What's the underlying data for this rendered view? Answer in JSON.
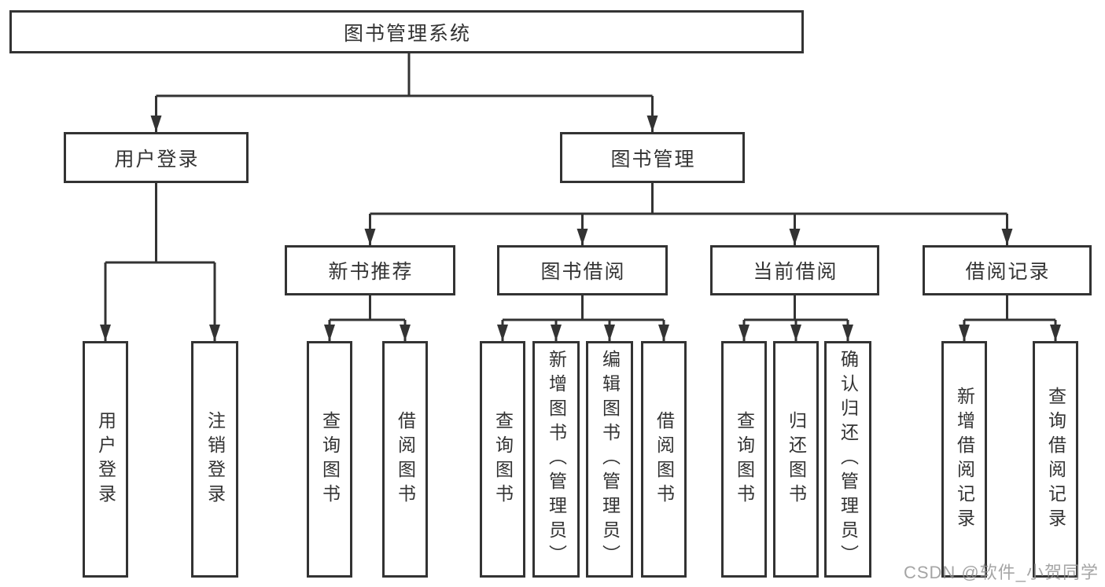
{
  "colors": {
    "line": "#333333",
    "box_border": "#333333",
    "text": "#333333",
    "background": "#ffffff",
    "watermark": "#919191"
  },
  "diagram": {
    "root": {
      "label": "图书管理系统"
    },
    "level2": [
      {
        "label": "用户登录"
      },
      {
        "label": "图书管理"
      }
    ],
    "level3": [
      {
        "label": "新书推荐",
        "parent": "图书管理"
      },
      {
        "label": "图书借阅",
        "parent": "图书管理"
      },
      {
        "label": "当前借阅",
        "parent": "图书管理"
      },
      {
        "label": "借阅记录",
        "parent": "图书管理"
      }
    ],
    "leaves": [
      {
        "label": "用户登录",
        "parent": "用户登录"
      },
      {
        "label": "注销登录",
        "parent": "用户登录"
      },
      {
        "label": "查询图书",
        "parent": "新书推荐"
      },
      {
        "label": "借阅图书",
        "parent": "新书推荐"
      },
      {
        "label": "查询图书",
        "parent": "图书借阅"
      },
      {
        "label": "新增图书（管理员）",
        "parent": "图书借阅"
      },
      {
        "label": "编辑图书（管理员）",
        "parent": "图书借阅"
      },
      {
        "label": "借阅图书",
        "parent": "图书借阅"
      },
      {
        "label": "查询图书",
        "parent": "当前借阅"
      },
      {
        "label": "归还图书",
        "parent": "当前借阅"
      },
      {
        "label": "确认归还（管理员）",
        "parent": "当前借阅"
      },
      {
        "label": "新增借阅记录",
        "parent": "借阅记录"
      },
      {
        "label": "查询借阅记录",
        "parent": "借阅记录"
      }
    ]
  },
  "watermark": {
    "text": "CSDN @软件_小贺同学"
  }
}
